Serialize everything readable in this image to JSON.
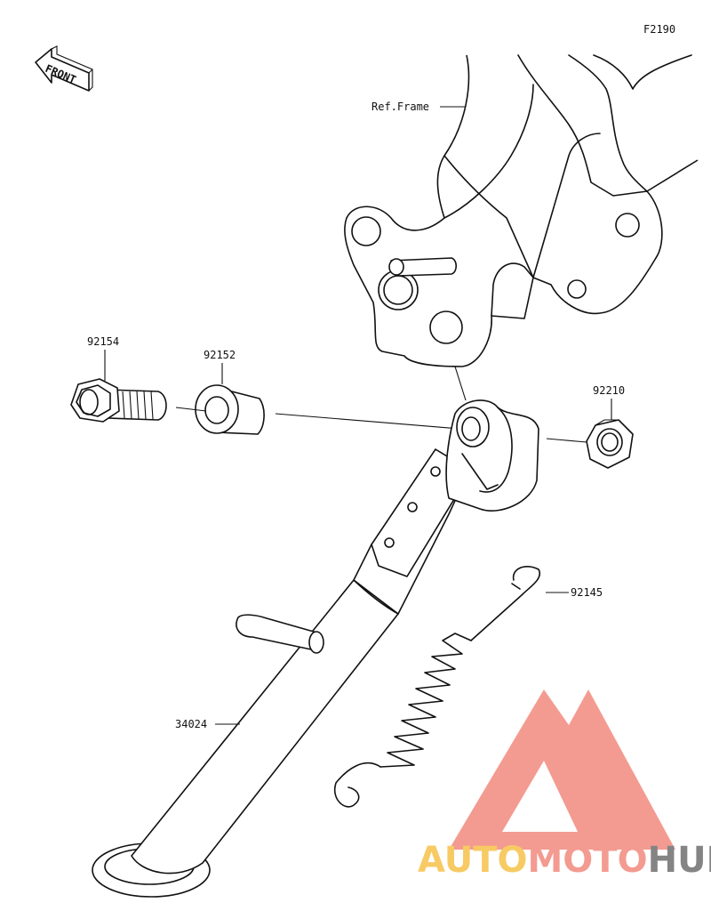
{
  "diagram_code": "F2190",
  "front_label": "FRONT",
  "ref_frame": "Ref.Frame",
  "parts": {
    "bolt": "92154",
    "collar": "92152",
    "nut": "92210",
    "spring": "92145",
    "stand": "34024"
  },
  "watermark": {
    "part1": "AUTO",
    "part2": "MOTO",
    "part3": "HUB",
    "color_auto": "#f6c14a",
    "color_moto": "#f28a7e",
    "color_hub": "#6f6f6f",
    "logo_color": "#f28a7e"
  }
}
